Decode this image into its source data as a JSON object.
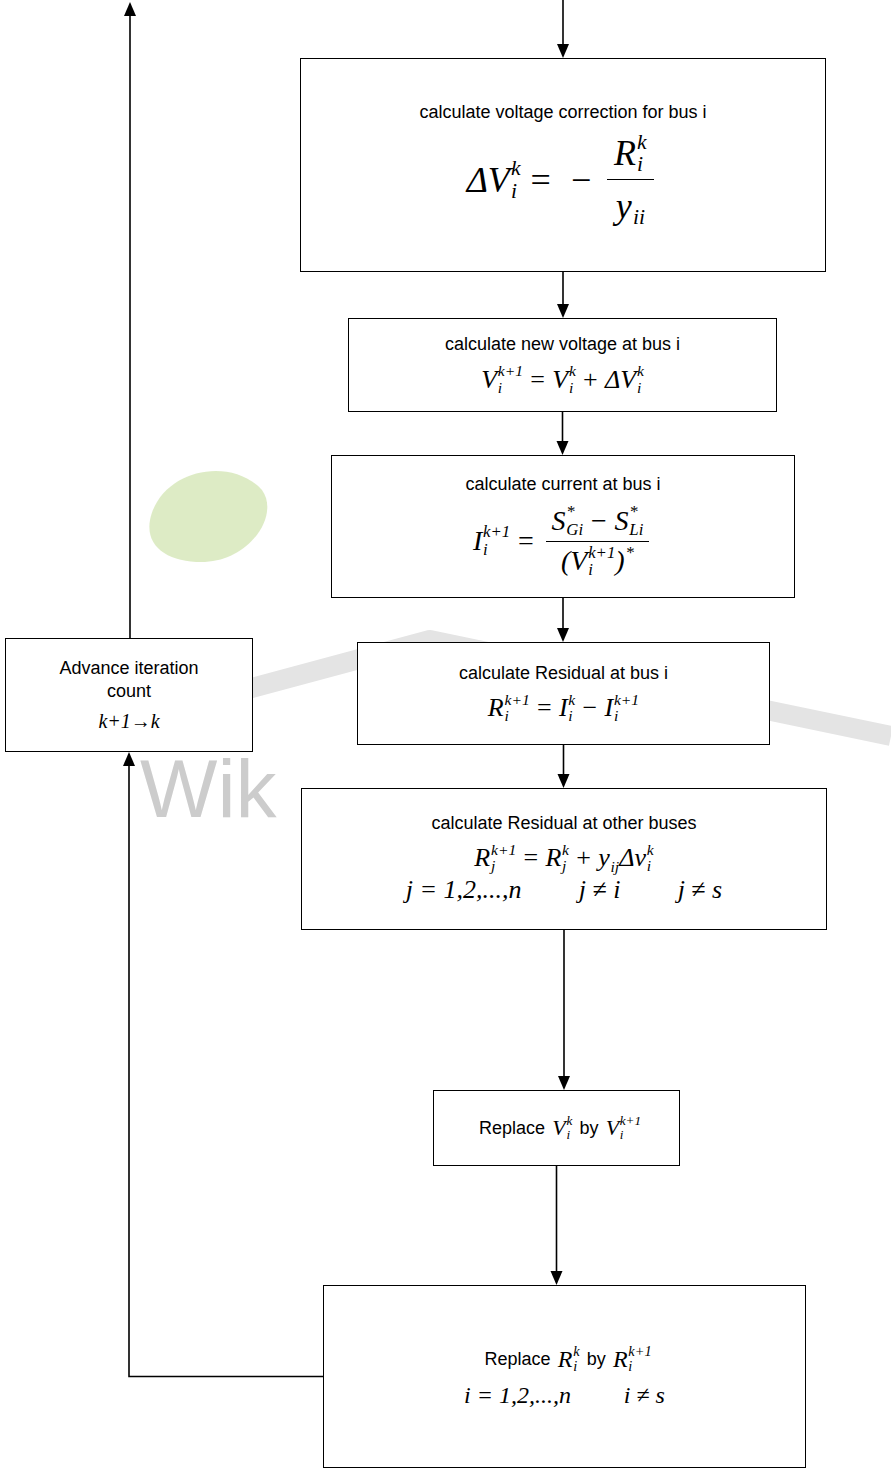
{
  "diagram": {
    "nodes": [
      {
        "text": [
          "calculate voltage correction for bus i",
          "ΔV",
          "k",
          "i",
          "=",
          "−",
          "R",
          "k",
          "i",
          "y",
          "ii"
        ]
      },
      {
        "text": [
          "calculate new voltage at bus i",
          "V",
          "k+1",
          "i",
          "=",
          "V",
          "k",
          "i",
          "+",
          "ΔV",
          "k",
          "i"
        ]
      },
      {
        "text": [
          "calculate current at bus i",
          "I",
          "k+1",
          "i",
          "=",
          "S",
          "*",
          "Gi",
          "−",
          "S",
          "*",
          "Li",
          "(V",
          "k+1",
          "i",
          ")",
          "*"
        ]
      },
      {
        "text": [
          "calculate Residual at bus i",
          "R",
          "k+1",
          "i",
          "=",
          "I",
          "k",
          "i",
          "−",
          "I",
          "k+1",
          "i"
        ]
      },
      {
        "text": [
          "calculate Residual at other buses",
          "R",
          "k+1",
          "j",
          "=",
          "R",
          "k",
          "j",
          "+",
          "y",
          "ij",
          "Δv",
          "k",
          "i",
          "j = 1,2,...,n",
          "j ≠ i",
          "j ≠ s"
        ]
      },
      {
        "text": [
          "Replace",
          "V",
          "k",
          "i",
          "by",
          "V",
          "k+1",
          "i"
        ]
      },
      {
        "text": [
          "Replace",
          "R",
          "k",
          "i",
          "by",
          "R",
          "k+1",
          "i",
          "i = 1,2,...,n",
          "i ≠ s"
        ]
      },
      {
        "text": [
          "Advance iteration count",
          "k+1→k"
        ]
      }
    ],
    "edges": [
      {
        "from": 0,
        "to": 1,
        "arrow": "to"
      },
      {
        "from": 1,
        "to": 2,
        "arrow": "to"
      },
      {
        "from": 2,
        "to": 3,
        "arrow": "to"
      },
      {
        "from": 3,
        "to": 4,
        "arrow": "to"
      },
      {
        "from": 4,
        "to": 5,
        "arrow": "to"
      },
      {
        "from": 5,
        "to": 6,
        "arrow": "to"
      },
      {
        "from": 6,
        "to": 7,
        "arrow": "to"
      }
    ],
    "labels": [
      "Wik"
    ]
  }
}
